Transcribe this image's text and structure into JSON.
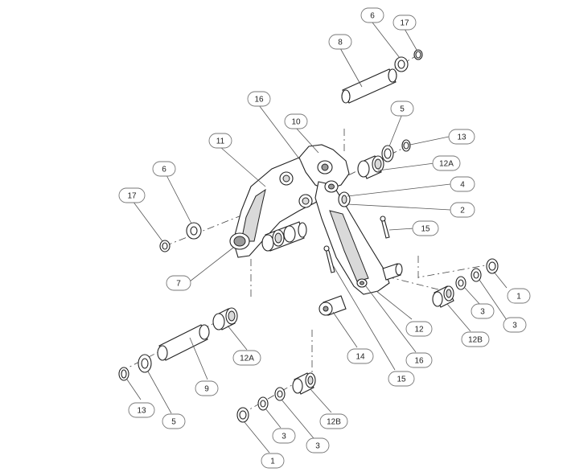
{
  "diagram": {
    "callouts": [
      {
        "id": "c-6-top",
        "text": "6"
      },
      {
        "id": "c-17-top",
        "text": "17"
      },
      {
        "id": "c-8",
        "text": "8"
      },
      {
        "id": "c-16-top",
        "text": "16"
      },
      {
        "id": "c-10",
        "text": "10"
      },
      {
        "id": "c-5-top",
        "text": "5"
      },
      {
        "id": "c-13-top",
        "text": "13"
      },
      {
        "id": "c-11",
        "text": "11"
      },
      {
        "id": "c-12A-top",
        "text": "12A"
      },
      {
        "id": "c-4",
        "text": "4"
      },
      {
        "id": "c-6-left",
        "text": "6"
      },
      {
        "id": "c-2",
        "text": "2"
      },
      {
        "id": "c-17-left",
        "text": "17"
      },
      {
        "id": "c-15-right",
        "text": "15"
      },
      {
        "id": "c-7",
        "text": "7"
      },
      {
        "id": "c-1-right",
        "text": "1"
      },
      {
        "id": "c-3-right-a",
        "text": "3"
      },
      {
        "id": "c-3-right-b",
        "text": "3"
      },
      {
        "id": "c-12",
        "text": "12"
      },
      {
        "id": "c-12B-right",
        "text": "12B"
      },
      {
        "id": "c-12A-bottom",
        "text": "12A"
      },
      {
        "id": "c-14",
        "text": "14"
      },
      {
        "id": "c-16-bottom",
        "text": "16"
      },
      {
        "id": "c-9",
        "text": "9"
      },
      {
        "id": "c-15-bottom",
        "text": "15"
      },
      {
        "id": "c-13-bottom",
        "text": "13"
      },
      {
        "id": "c-5-bottom",
        "text": "5"
      },
      {
        "id": "c-12B-bottom",
        "text": "12B"
      },
      {
        "id": "c-3-bottom-a",
        "text": "3"
      },
      {
        "id": "c-3-bottom-b",
        "text": "3"
      },
      {
        "id": "c-1-bottom",
        "text": "1"
      }
    ]
  }
}
